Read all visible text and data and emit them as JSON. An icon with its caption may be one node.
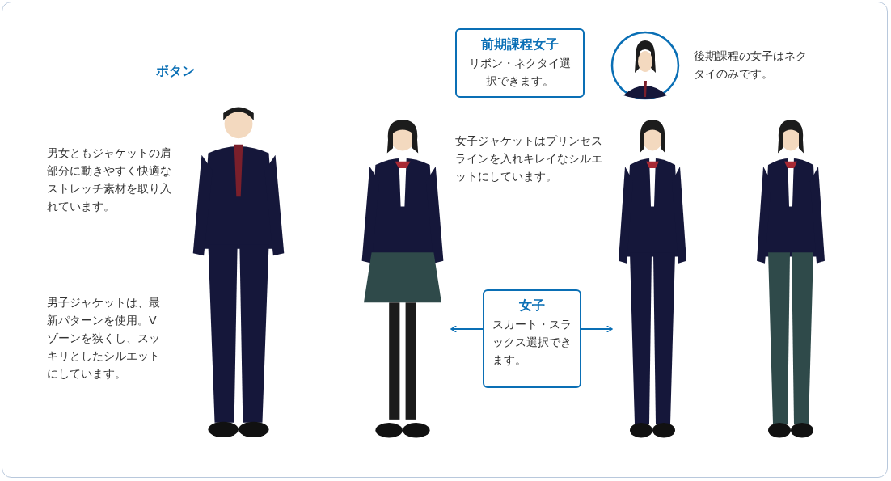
{
  "diagram": {
    "nodes": [
      {
        "text": [
          "前期課程女子",
          "リボン・ネクタイ選択できます。"
        ]
      },
      {
        "text": [],
        "shape": "circle",
        "beside": [
          "後期課程の女子はネクタイのみです。"
        ]
      },
      {
        "text": [],
        "shape": "person"
      },
      {
        "text": [],
        "shape": "person"
      },
      {
        "text": [
          "女子",
          "スカート・スラックス選択できます。"
        ]
      },
      {
        "text": [],
        "shape": "person"
      },
      {
        "text": [],
        "shape": "person"
      }
    ],
    "edges": [
      {
        "from": 4,
        "to": 3,
        "arrow": "to"
      },
      {
        "from": 4,
        "to": 5,
        "arrow": "to"
      }
    ],
    "labels": [
      "ボタン",
      "男女ともジャケットの肩部分に動きやすく快適なストレッチ素材を取り入れています。",
      "女子ジャケットはプリンセスラインを入れキレイなシルエットにしています。",
      "男子ジャケットは、最新パターンを使用。Vゾーンを狭くし、スッキリとしたシルエットにしています。"
    ]
  }
}
